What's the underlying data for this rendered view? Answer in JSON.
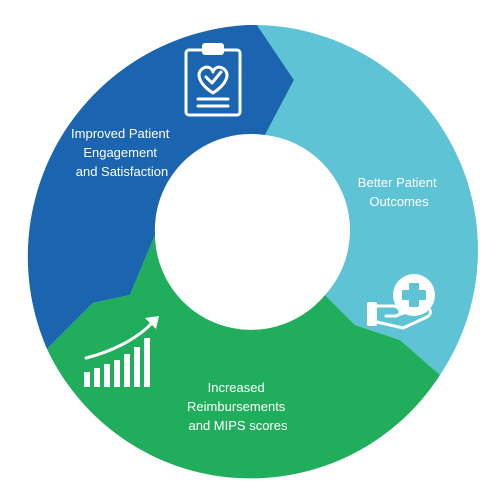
{
  "cycle": {
    "segments": [
      {
        "id": "engagement",
        "color": "#1a64b0",
        "icon": "clipboard-heart-icon",
        "label_lines": [
          "Improved Patient",
          "Engagement",
          "and Satisfaction"
        ]
      },
      {
        "id": "outcomes",
        "color": "#5ec3d5",
        "icon": "hand-medical-cross-icon",
        "label_lines": [
          "Better Patient",
          "Outcomes"
        ]
      },
      {
        "id": "reimbursement",
        "color": "#21ae5c",
        "icon": "rising-bar-chart-icon",
        "label_lines": [
          "Increased",
          "Reimbursements",
          "and MIPS scores"
        ]
      }
    ]
  }
}
